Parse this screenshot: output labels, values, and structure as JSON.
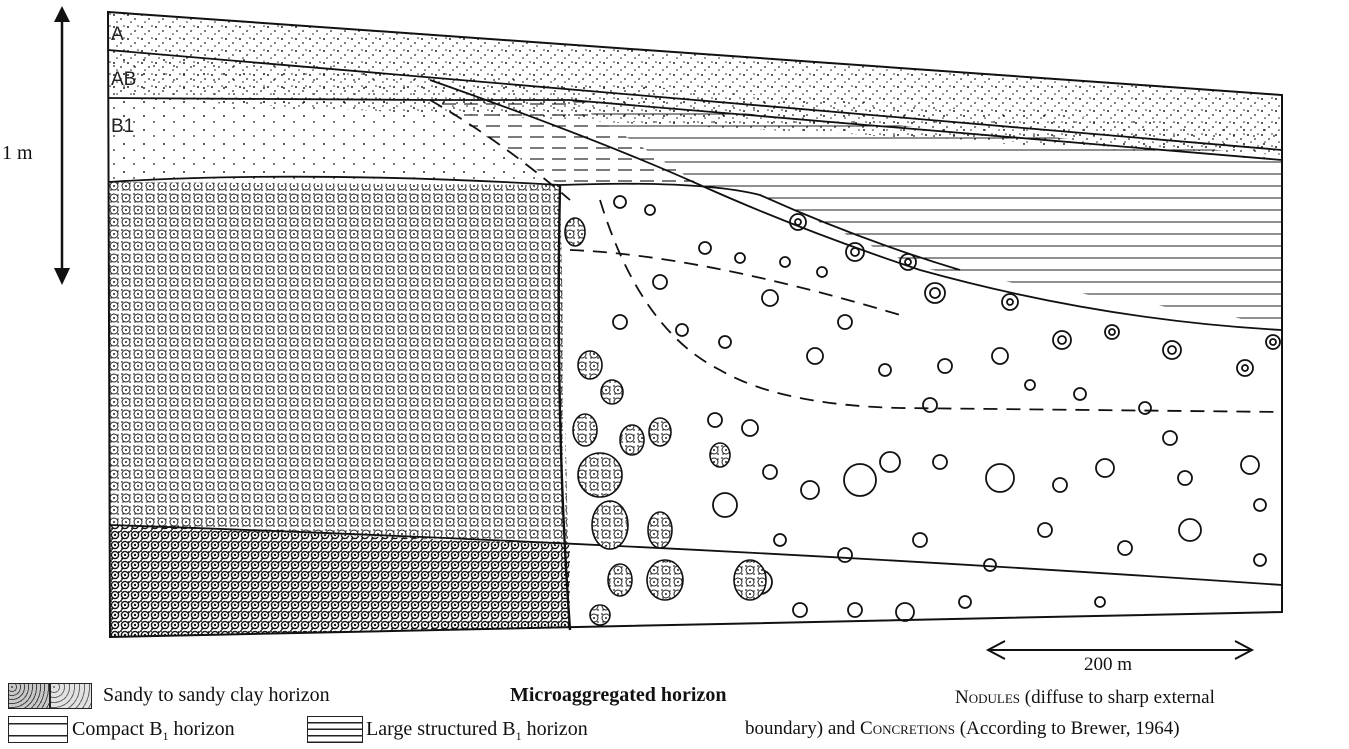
{
  "diagram": {
    "horizon_labels": [
      "A",
      "AB",
      "B1"
    ],
    "vertical_scale_label": "1 m",
    "horizontal_scale_label": "200 m",
    "colors": {
      "ink": "#1a1a1a",
      "paper": "#ffffff"
    },
    "icons": [
      "double-arrow-vertical-icon",
      "double-arrow-horizontal-icon"
    ]
  },
  "legend": {
    "sandy": "Sandy to sandy clay horizon",
    "compact_b1": "Compact B",
    "compact_b1_sub": "1",
    "compact_b1_tail": " horizon",
    "large_b1": "Large structured B",
    "large_b1_sub": "1",
    "large_b1_tail": " horizon",
    "micro": "Microaggregated horizon",
    "nodules_word": "Nodules",
    "nodules_rest": " (diffuse to sharp external",
    "line2_start": "boundary) and ",
    "concretions_word": "Concretions",
    "line2_end": " (According to Brewer, 1964)"
  }
}
